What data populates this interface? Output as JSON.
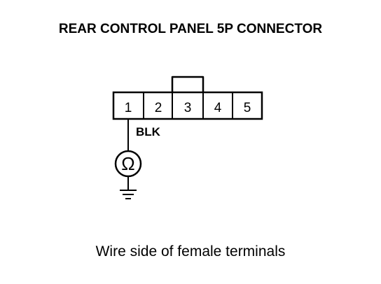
{
  "title": "REAR CONTROL PANEL 5P CONNECTOR",
  "connector": {
    "terminals": [
      "1",
      "2",
      "3",
      "4",
      "5"
    ],
    "wire_color": "BLK"
  },
  "meter": {
    "symbol": "Ω",
    "icon": "ohmmeter-icon"
  },
  "ground": {
    "icon": "ground-icon"
  },
  "caption": "Wire side of female terminals",
  "colors": {
    "line": "#000000",
    "background": "#ffffff"
  }
}
